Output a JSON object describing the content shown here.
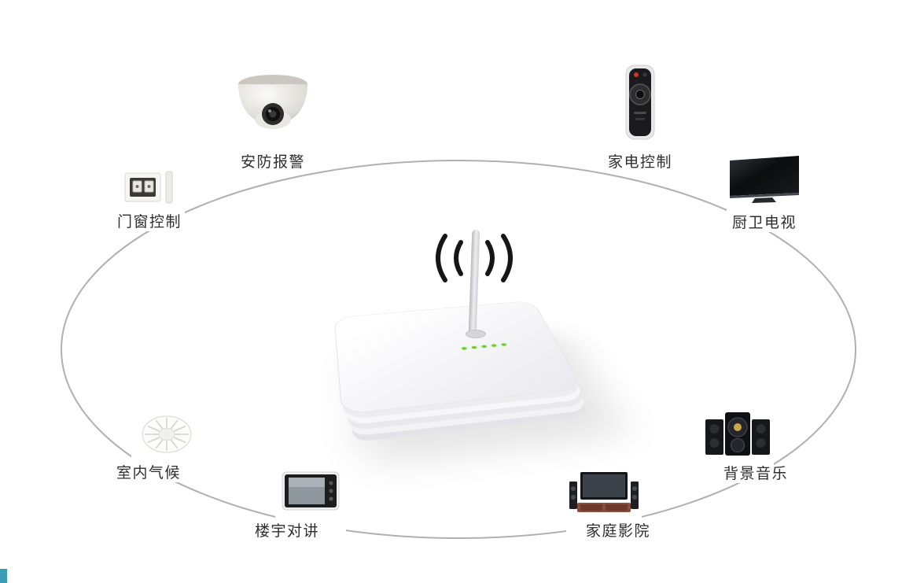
{
  "diagram": {
    "background_color": "#ffffff",
    "connector": {
      "shape": "ellipse",
      "color": "#b0b0b0"
    },
    "hub": {
      "icon": "wireless-gateway-icon",
      "antenna_icon": "antenna-icon",
      "wifi_icon": "wifi-signal-icon",
      "led_color": "#6ecb2f",
      "led_count": 5
    },
    "nodes": [
      {
        "id": "security-alarm",
        "label": "安防报警",
        "icon": "dome-camera-icon"
      },
      {
        "id": "appliance-control",
        "label": "家电控制",
        "icon": "remote-control-icon"
      },
      {
        "id": "door-window-control",
        "label": "门窗控制",
        "icon": "wall-switch-icon"
      },
      {
        "id": "kitchen-bath-tv",
        "label": "厨卫电视",
        "icon": "flat-tv-icon"
      },
      {
        "id": "indoor-climate",
        "label": "室内气候",
        "icon": "ceiling-sensor-icon"
      },
      {
        "id": "building-intercom",
        "label": "楼宇对讲",
        "icon": "intercom-screen-icon"
      },
      {
        "id": "home-theater",
        "label": "家庭影院",
        "icon": "home-theater-icon"
      },
      {
        "id": "background-music",
        "label": "背景音乐",
        "icon": "speaker-set-icon"
      }
    ]
  }
}
